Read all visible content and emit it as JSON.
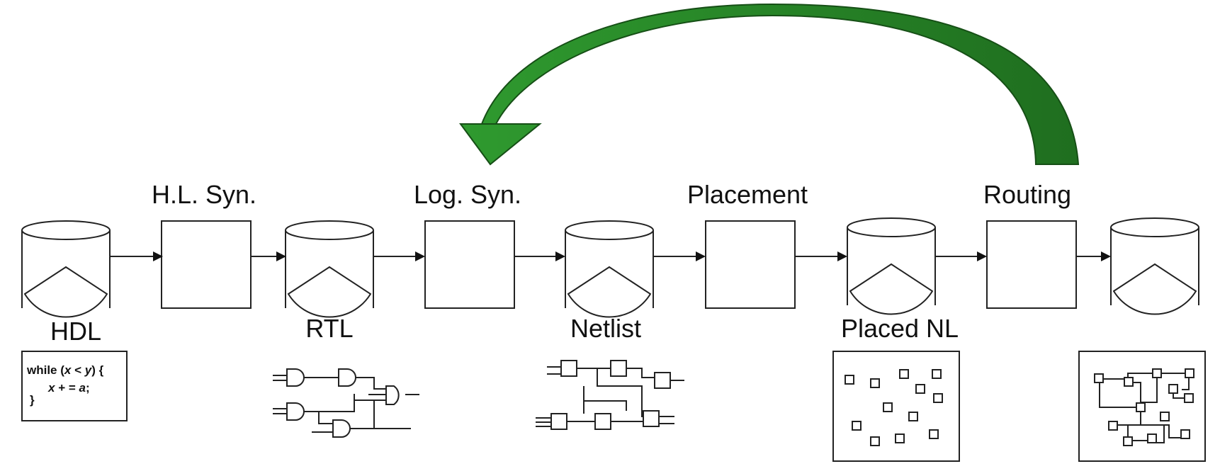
{
  "stages": [
    {
      "id": "hl-syn",
      "label": "H.L. Syn."
    },
    {
      "id": "log-syn",
      "label": "Log. Syn."
    },
    {
      "id": "placement",
      "label": "Placement"
    },
    {
      "id": "routing",
      "label": "Routing"
    }
  ],
  "data_stores": [
    {
      "id": "hdl",
      "label": "HDL"
    },
    {
      "id": "rtl",
      "label": "RTL"
    },
    {
      "id": "netlist",
      "label": "Netlist"
    },
    {
      "id": "placed-nl",
      "label": "Placed NL"
    },
    {
      "id": "routed",
      "label": ""
    }
  ],
  "hdl_code": {
    "line1_a": "while (",
    "line1_x": "x",
    "line1_op": " < ",
    "line1_y": "y",
    "line1_b": ") {",
    "line2_x": "x",
    "line2_op": " + = ",
    "line2_a": "a",
    "line2_end": ";",
    "line3": "}"
  },
  "feedback_arrow": {
    "from": "routing",
    "to": "log-syn",
    "color": "#2a8a2a"
  }
}
